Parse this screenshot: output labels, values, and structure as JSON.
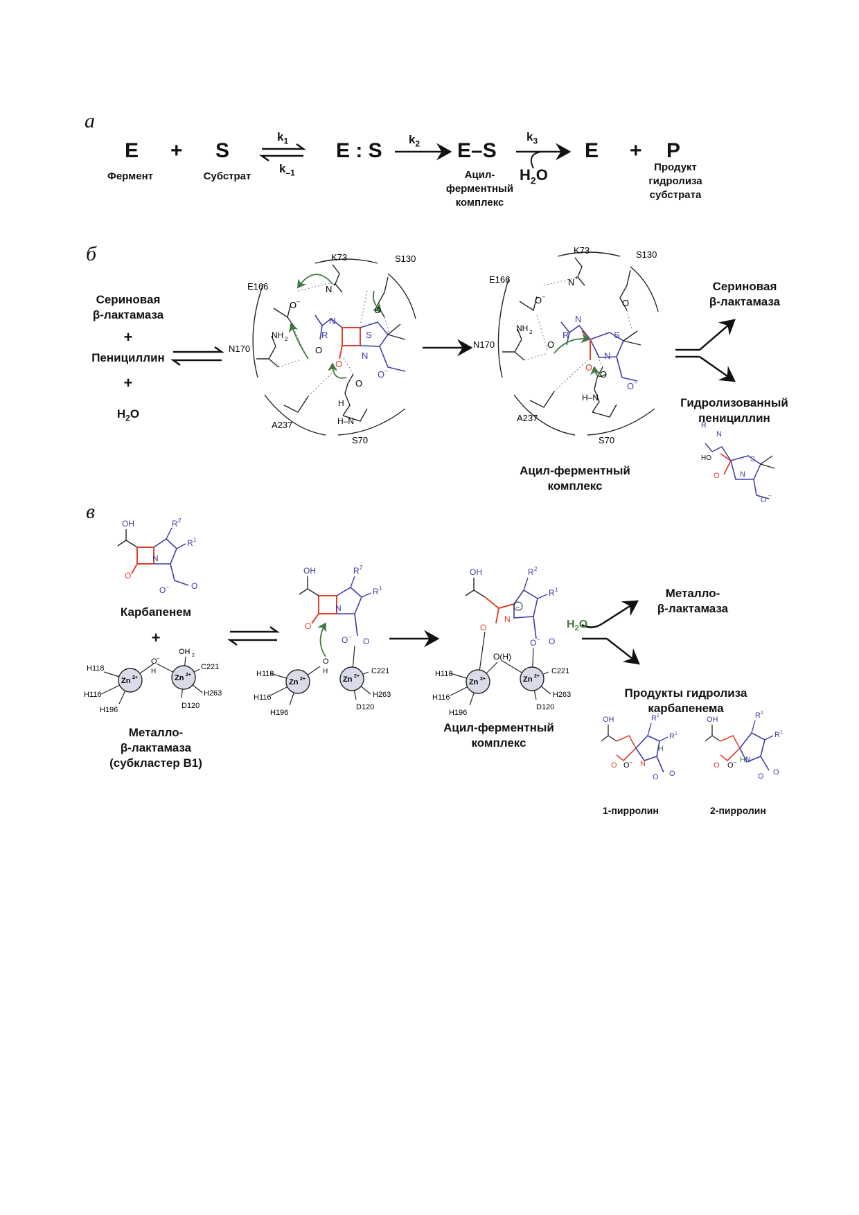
{
  "panel_a": {
    "letter": "а",
    "E1": "E",
    "plus1": "+",
    "S": "S",
    "k1": "k",
    "k1_sub": "1",
    "km1": "k",
    "km1_sub": "–1",
    "ES_complex": "E : S",
    "k2": "k",
    "k2_sub": "2",
    "E_dash_S": "E–S",
    "k3": "k",
    "k3_sub": "3",
    "water": "H",
    "water_sub": "2",
    "water_end": "O",
    "E2": "E",
    "plus2": "+",
    "P": "P",
    "enzyme_label": "Фермент",
    "substrate_label": "Субстрат",
    "acyl_label_1": "Ацил-",
    "acyl_label_2": "ферментный",
    "acyl_label_3": "комплекс",
    "product_label_1": "Продукт",
    "product_label_2": "гидролиза",
    "product_label_3": "субстрата"
  },
  "panel_b": {
    "letter": "б",
    "reactant_1a": "Сериновая",
    "reactant_1b": "β-лактамаза",
    "plus_a": "+",
    "reactant_2": "Пенициллин",
    "plus_b": "+",
    "reactant_3": "H",
    "reactant_3_sub": "2",
    "reactant_3_end": "O",
    "residues": {
      "k73": "K73",
      "s130": "S130",
      "e166": "E166",
      "n170": "N170",
      "a237": "A237",
      "s70": "S70"
    },
    "atoms": {
      "R": "R",
      "H": "H",
      "N": "N",
      "O": "O",
      "S": "S",
      "NH2": "NH",
      "NH2_sub": "2",
      "coo": "O",
      "coo_sup": "–",
      "nplus": "N",
      "nplus_sup": "+",
      "o_minus": "O",
      "o_minus_sup": "–",
      "hn": "H–N"
    },
    "acyl_caption_1": "Ацил-ферментный",
    "acyl_caption_2": "комплекс",
    "product_1a": "Сериновая",
    "product_1b": "β-лактамаза",
    "product_2a": "Гидролизованный",
    "product_2b": "пенициллин",
    "ho_label": "HO"
  },
  "panel_c": {
    "letter": "в",
    "carbapenem_label": "Карбапенем",
    "plus": "+",
    "mbl_1": "Металло-",
    "mbl_2": "β-лактамаза",
    "mbl_3": "(субкластер В1)",
    "zn": "Zn",
    "zn_sup": "2+",
    "residues": {
      "h118": "H118",
      "h116": "H116",
      "h196": "H196",
      "c221": "C221",
      "h263": "H263",
      "d120": "D120"
    },
    "atoms": {
      "OH": "OH",
      "R1": "R",
      "R1_sup": "1",
      "R2": "R",
      "R2_sup": "2",
      "O": "O",
      "N": "N",
      "H": "H",
      "OH2": "OH",
      "OH2_sub": "2",
      "o_minus": "O",
      "o_minus_sup": "–",
      "O_H": "O(H)",
      "minus": "–",
      "HN": "HN"
    },
    "acyl_caption_1": "Ацил-ферментный",
    "acyl_caption_2": "комплекс",
    "water": "H",
    "water_sub": "2",
    "water_end": "O",
    "product_1a": "Металло-",
    "product_1b": "β-лактамаза",
    "product_2a": "Продукты гидролиза",
    "product_2b": "карбапенема",
    "pyrroline_1": "1-пирролин",
    "pyrroline_2": "2-пирролин"
  },
  "colors": {
    "blue": "#3c3ca6",
    "red": "#e0402a",
    "green": "#3f7a3f",
    "black": "#111111"
  }
}
